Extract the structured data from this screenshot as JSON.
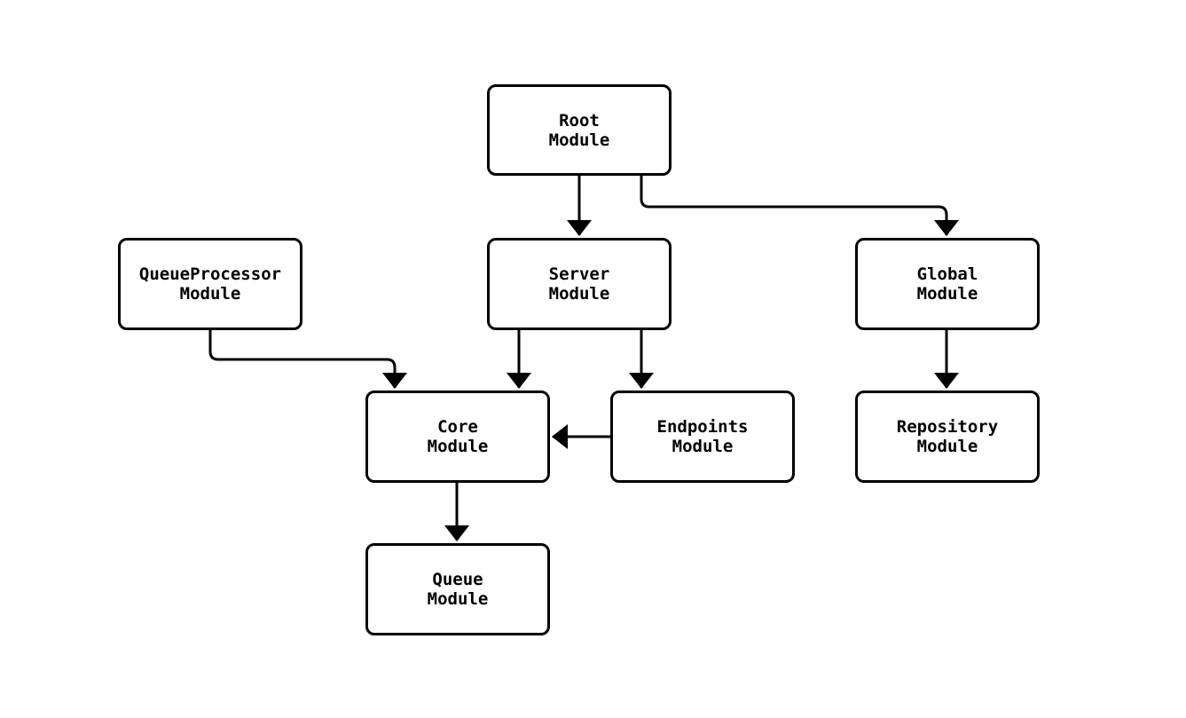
{
  "diagram": {
    "type": "flowchart",
    "background_color": "#ffffff",
    "node_fill_color": "#ffffff",
    "node_border_color": "#000000",
    "edge_color": "#000000",
    "text_color": "#000000",
    "nodes": {
      "root": {
        "label": "Root\nModule"
      },
      "queueprocessor": {
        "label": "QueueProcessor\nModule"
      },
      "server": {
        "label": "Server\nModule"
      },
      "global": {
        "label": "Global\nModule"
      },
      "core": {
        "label": "Core\nModule"
      },
      "endpoints": {
        "label": "Endpoints\nModule"
      },
      "repository": {
        "label": "Repository\nModule"
      },
      "queue": {
        "label": "Queue\nModule"
      }
    },
    "edges": [
      {
        "from": "Root Module",
        "to": "Server Module"
      },
      {
        "from": "Root Module",
        "to": "Global Module"
      },
      {
        "from": "QueueProcessor Module",
        "to": "Core Module"
      },
      {
        "from": "Server Module",
        "to": "Core Module"
      },
      {
        "from": "Server Module",
        "to": "Endpoints Module"
      },
      {
        "from": "Endpoints Module",
        "to": "Core Module"
      },
      {
        "from": "Global Module",
        "to": "Repository Module"
      },
      {
        "from": "Core Module",
        "to": "Queue Module"
      }
    ]
  }
}
